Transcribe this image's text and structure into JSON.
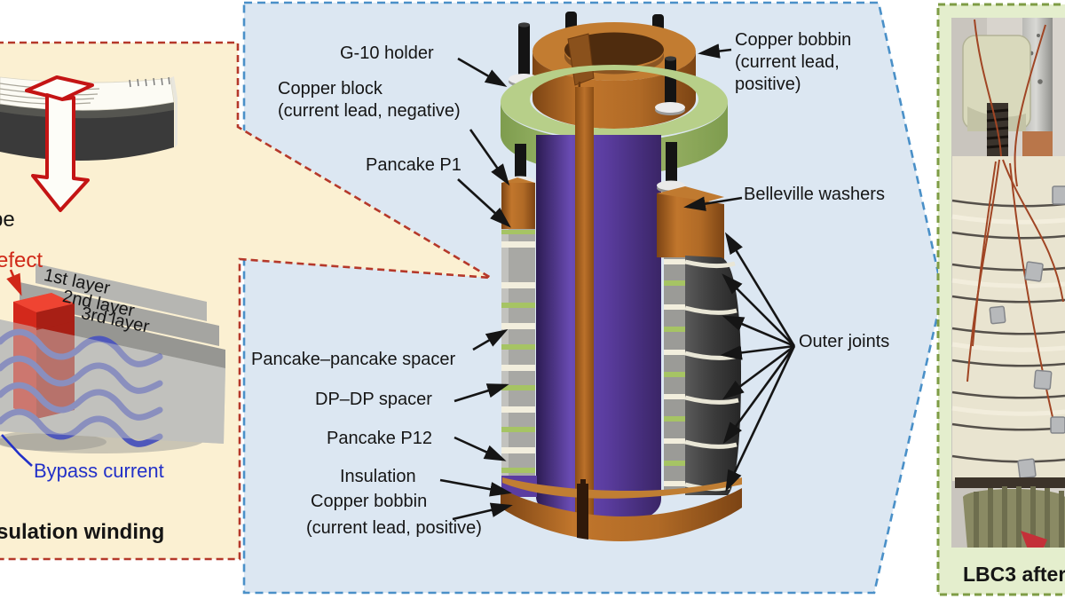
{
  "left_panel": {
    "tape_label_fragment": "pe",
    "defect_label_fragment": "efect",
    "layer_labels": [
      "1st layer",
      "2nd layer",
      "3rd layer"
    ],
    "bypass_current_label": "Bypass current",
    "caption_fragment": "sulation winding"
  },
  "middle_panel": {
    "g10_holder": "G-10 holder",
    "copper_block_line1": "Copper block",
    "copper_block_line2": "(current lead, negative)",
    "pancake_p1": "Pancake P1",
    "copper_bobbin_top_line1": "Copper bobbin",
    "copper_bobbin_top_line2": "(current lead,",
    "copper_bobbin_top_line3": "positive)",
    "belleville_washers": "Belleville washers",
    "outer_joints": "Outer joints",
    "pancake_pancake_spacer": "Pancake–pancake spacer",
    "dp_dp_spacer": "DP–DP spacer",
    "pancake_p12": "Pancake P12",
    "insulation": "Insulation",
    "copper_bobbin_bottom_line1": "Copper bobbin",
    "copper_bobbin_bottom_line2": "(current lead, positive)"
  },
  "right_panel": {
    "caption_fragment": "LBC3 after"
  },
  "colors": {
    "left_panel_bg": "#fbf0d2",
    "left_panel_border": "#b5382a",
    "middle_panel_bg": "#dce7f2",
    "middle_panel_border": "#4a90c8",
    "right_panel_bg": "#e4eecd",
    "right_panel_border": "#7e9c45",
    "copper": "#b06a26",
    "g10_green": "#9db96b",
    "winding_purple": "#5b3da0",
    "bypass_blue": "#2331c8",
    "defect_red": "#d02818",
    "label_text": "#151515"
  }
}
